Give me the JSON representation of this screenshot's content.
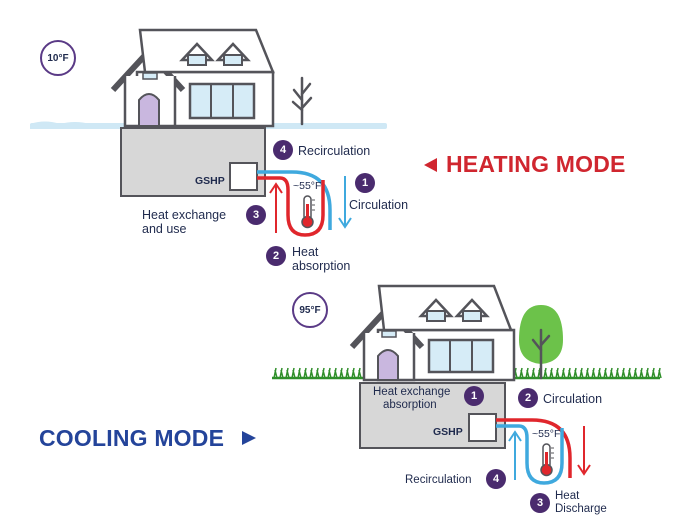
{
  "heating": {
    "mode_label": "HEATING MODE",
    "outdoor_temp": "10°F",
    "unit_label": "GSHP",
    "ground_temp": "~55°F",
    "steps": [
      {
        "num": "1",
        "label": "Circulation"
      },
      {
        "num": "2",
        "label_line1": "Heat",
        "label_line2": "absorption"
      },
      {
        "num": "3",
        "label_line1": "Heat exchange",
        "label_line2": "and use"
      },
      {
        "num": "4",
        "label": "Recirculation"
      }
    ]
  },
  "cooling": {
    "mode_label": "COOLING MODE",
    "outdoor_temp": "95°F",
    "unit_label": "GSHP",
    "ground_temp": "~55°F",
    "steps": [
      {
        "num": "1",
        "label_line1": "Heat exchange",
        "label_line2": "absorption"
      },
      {
        "num": "2",
        "label": "Circulation"
      },
      {
        "num": "3",
        "label_line1": "Heat",
        "label_line2": "Discharge"
      },
      {
        "num": "4",
        "label": "Recirculation"
      }
    ]
  },
  "colors": {
    "heating_accent": "#d0262f",
    "cooling_accent": "#24449a",
    "loop_red": "#e0262c",
    "loop_blue": "#3fa9de",
    "step_circle": "#4a2b6e",
    "ground": "#d7d7d7",
    "house_outline": "#54545a",
    "window_blue": "#d6ecf7",
    "grass": "#2f8f2a",
    "tree_green": "#6cc24a"
  },
  "icons": [
    "house-icon",
    "tree-icon",
    "thermometer-icon",
    "arrow-left-icon",
    "arrow-right-icon"
  ]
}
